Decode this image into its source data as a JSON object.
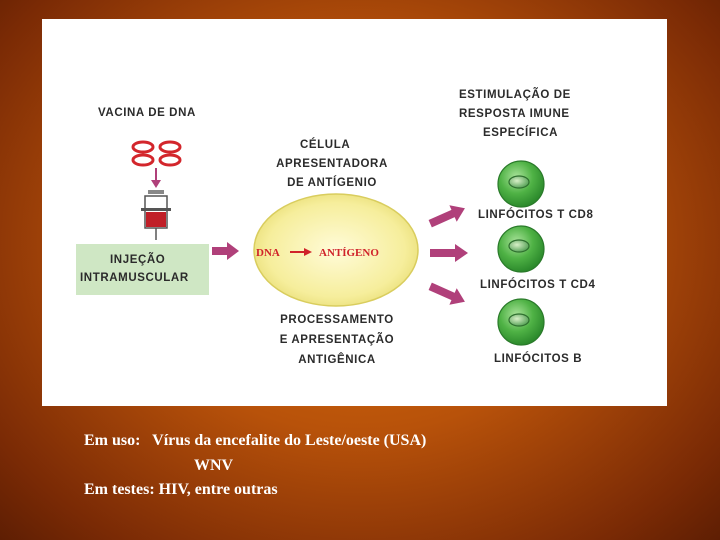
{
  "diagram": {
    "vaccine_label": "VACINA DE DNA",
    "injection_label": [
      "INJEÇÃO",
      "INTRAMUSCULAR"
    ],
    "apc_label": [
      "CÉLULA",
      "APRESENTADORA",
      "DE ANTÍGENIO"
    ],
    "dna_text": "DNA",
    "antigen_text": "ANTÍGENO",
    "processing_label": [
      "PROCESSAMENTO",
      "E APRESENTAÇÃO",
      "ANTIGÊNICA"
    ],
    "stimulation_label": [
      "ESTIMULAÇÃO DE",
      "RESPOSTA IMUNE",
      "ESPECÍFICA"
    ],
    "cells": [
      "LINFÓCITOS T CD8",
      "LINFÓCITOS T CD4",
      "LINFÓCITOS B"
    ]
  },
  "caption": {
    "line1": "Em uso:   Vírus da encefalite do Leste/oeste (USA)",
    "line2": "WNV",
    "line3": "Em testes: HIV, entre outras"
  },
  "colors": {
    "background": "#c0580c",
    "arrow": "#b0407a",
    "cell_green": "#3aa53a",
    "apc_yellow": "#f5ec9a",
    "injection_box": "#cfe7c4",
    "dna_red": "#d0232a"
  }
}
